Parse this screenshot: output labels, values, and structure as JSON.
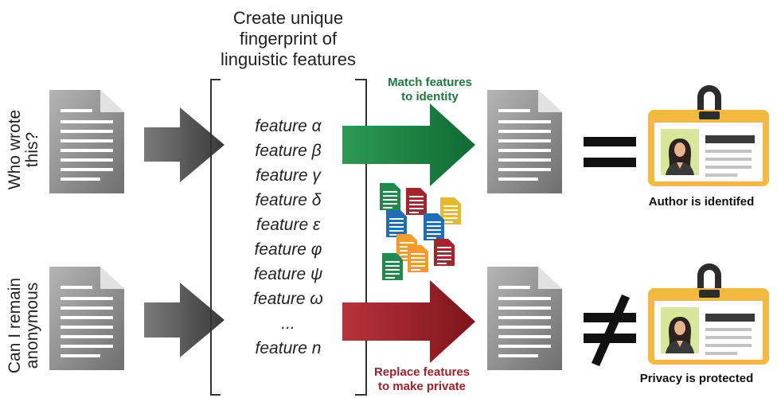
{
  "title_lines": [
    "Create unique",
    "fingerprint of",
    "linguistic features"
  ],
  "question_top": [
    "Who wrote",
    "this?"
  ],
  "question_bottom": [
    "Can I remain",
    "anonymous"
  ],
  "features": [
    "feature α",
    "feature β",
    "feature γ",
    "feature δ",
    "feature ε",
    "feature φ",
    "feature ψ",
    "feature ω",
    "...",
    "feature n"
  ],
  "match_label": [
    "Match features",
    "to identity"
  ],
  "replace_label": [
    "Replace features",
    "to make private"
  ],
  "result_identified": "Author is identifed",
  "result_protected": "Privacy is protected",
  "colors": {
    "green": "#1b7f3e",
    "red": "#9e1f27",
    "gray_arrow": "#5a5a5a",
    "doc_gray": "#8a8a8a",
    "id_card_yellow": "#f7c948"
  }
}
